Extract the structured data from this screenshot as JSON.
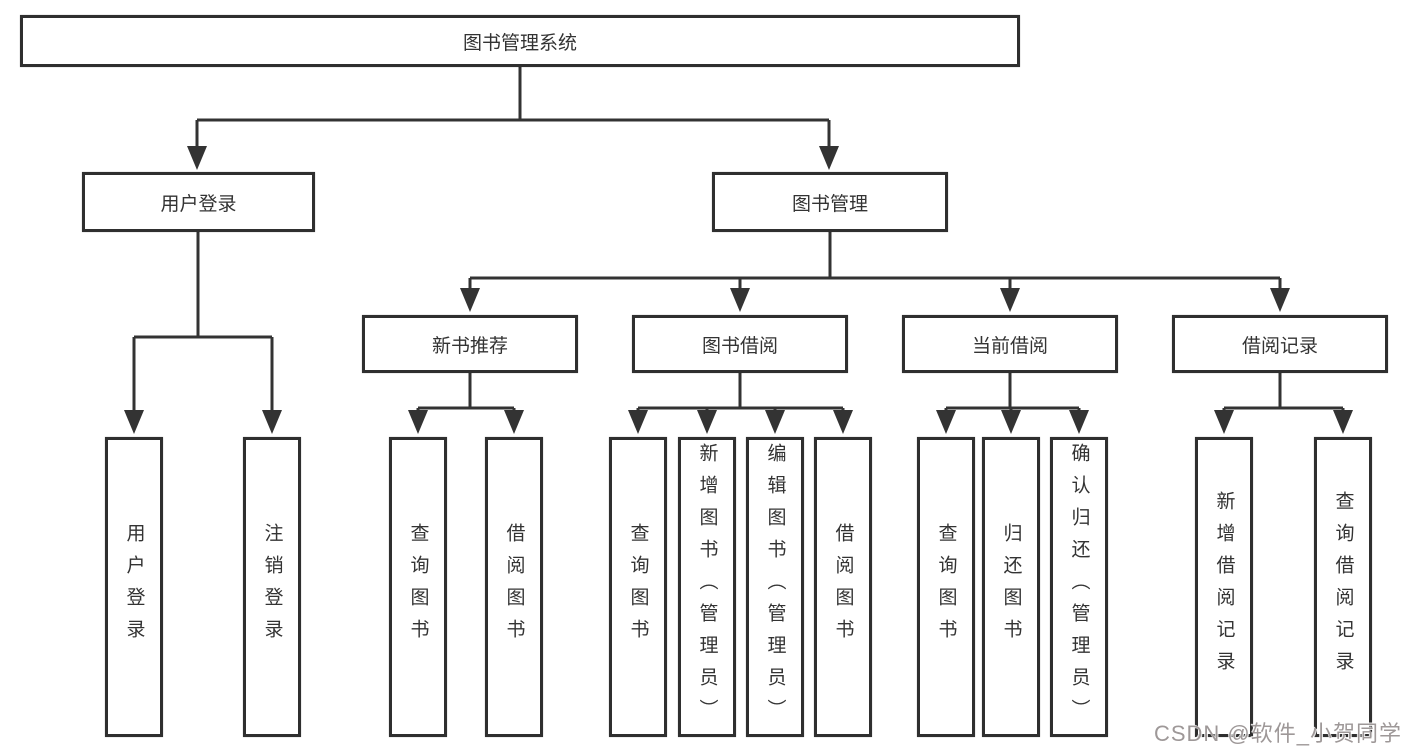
{
  "diagram": {
    "root": "图书管理系统",
    "branches": {
      "user_login": "用户登录",
      "book_mgmt": "图书管理"
    },
    "modules": {
      "new_book_rec": "新书推荐",
      "book_borrow": "图书借阅",
      "current_borrow": "当前借阅",
      "borrow_records": "借阅记录"
    },
    "leaves": {
      "user_login": "用户登录",
      "logout": "注销登录",
      "rec_query_book": "查询图书",
      "rec_borrow_book": "借阅图书",
      "bb_query_book": "查询图书",
      "bb_add_book": "新增图书（管理员）",
      "bb_edit_book": "编辑图书（管理员）",
      "bb_borrow_book": "借阅图书",
      "cb_query_book": "查询图书",
      "cb_return_book": "归还图书",
      "cb_confirm_return": "确认归还（管理员）",
      "br_add_record": "新增借阅记录",
      "br_query_record": "查询借阅记录"
    }
  },
  "watermark": "CSDN @软件_小贺同学",
  "colors": {
    "line": "#333333",
    "border": "#2f2f2f",
    "text": "#333333",
    "background": "#ffffff",
    "watermark": "#9e9898"
  }
}
